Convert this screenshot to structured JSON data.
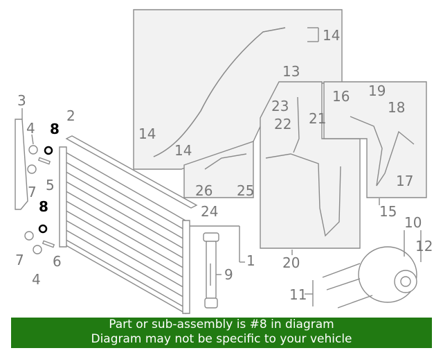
{
  "colors": {
    "highlight_part": "#000000",
    "normal_part": "#777777",
    "banner_bg": "#217a12",
    "banner_text": "#ffffff"
  },
  "callouts": {
    "c1": "1",
    "c2": "2",
    "c3": "3",
    "c4a": "4",
    "c4b": "4",
    "c5": "5",
    "c6": "6",
    "c7a": "7",
    "c7b": "7",
    "c8a": "8",
    "c8b": "8",
    "c9": "9",
    "c10": "10",
    "c11": "11",
    "c12": "12",
    "c13": "13",
    "c14a": "14",
    "c14b": "14",
    "c14c": "14",
    "c15": "15",
    "c16": "16",
    "c17": "17",
    "c18": "18",
    "c19": "19",
    "c20": "20",
    "c21": "21",
    "c22": "22",
    "c23": "23",
    "c24": "24",
    "c25": "25",
    "c26": "26"
  },
  "banner": {
    "line1": "Part or sub-assembly is #8 in diagram",
    "line2": "Diagram may not be specific to your vehicle"
  }
}
